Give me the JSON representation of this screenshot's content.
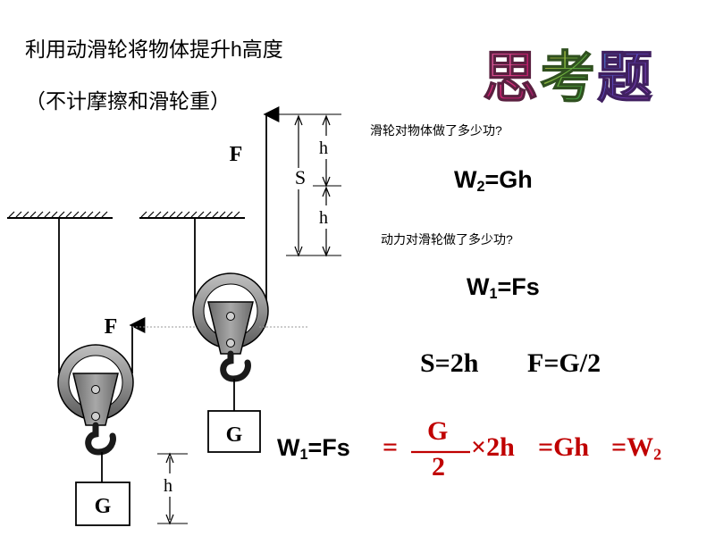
{
  "title": {
    "line1": "利用动滑轮将物体提升h高度",
    "line2": "（不计摩擦和滑轮重）"
  },
  "badge": {
    "text": "思考题",
    "colors": [
      "#e0308a",
      "#f0a020",
      "#40a040",
      "#2060d0",
      "#a040c0"
    ]
  },
  "questions": {
    "q1": "滑轮对物体做了多少功?",
    "q2": "动力对滑轮做了多少功?"
  },
  "formulas": {
    "w2": {
      "main": "W",
      "sub": "2",
      "rest": "=Gh"
    },
    "w1": {
      "main": "W",
      "sub": "1",
      "rest": "=Fs"
    },
    "s_eq": "S=2h",
    "f_eq": "F=G/2",
    "bottom": {
      "lhs_main": "W",
      "lhs_sub": "1",
      "lhs_rest": "=Fs",
      "eq1": "=",
      "frac_num": "G",
      "frac_den": "2",
      "times": "×2h",
      "eq_gh": "=Gh",
      "eq_w": "=W",
      "eq_w_sub": "2"
    }
  },
  "diagram": {
    "force_label": "F",
    "weight_label": "G",
    "dim_h": "h",
    "dim_s": "S"
  },
  "colors": {
    "accent_red": "#c00000",
    "pulley_gray": "#808080",
    "dark_gray": "#404040"
  }
}
